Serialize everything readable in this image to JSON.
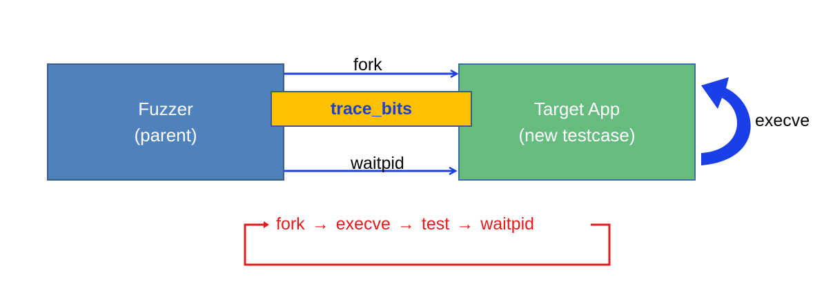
{
  "boxes": {
    "fuzzer": {
      "line1": "Fuzzer",
      "line2": "(parent)"
    },
    "target": {
      "line1": "Target App",
      "line2": "(new testcase)"
    },
    "shared": {
      "label": "trace_bits"
    }
  },
  "arrows": {
    "fork": "fork",
    "waitpid": "waitpid",
    "execve": "execve"
  },
  "loop": {
    "steps": [
      "fork",
      "execve",
      "test",
      "waitpid"
    ],
    "separator": "→"
  },
  "colors": {
    "fuzzer_fill": "#4f81bd",
    "target_fill": "#66bb7e",
    "shared_fill": "#ffc000",
    "shared_text": "#2040c8",
    "arrow_blue": "#1f3fe0",
    "loop_red": "#e41a1c"
  }
}
